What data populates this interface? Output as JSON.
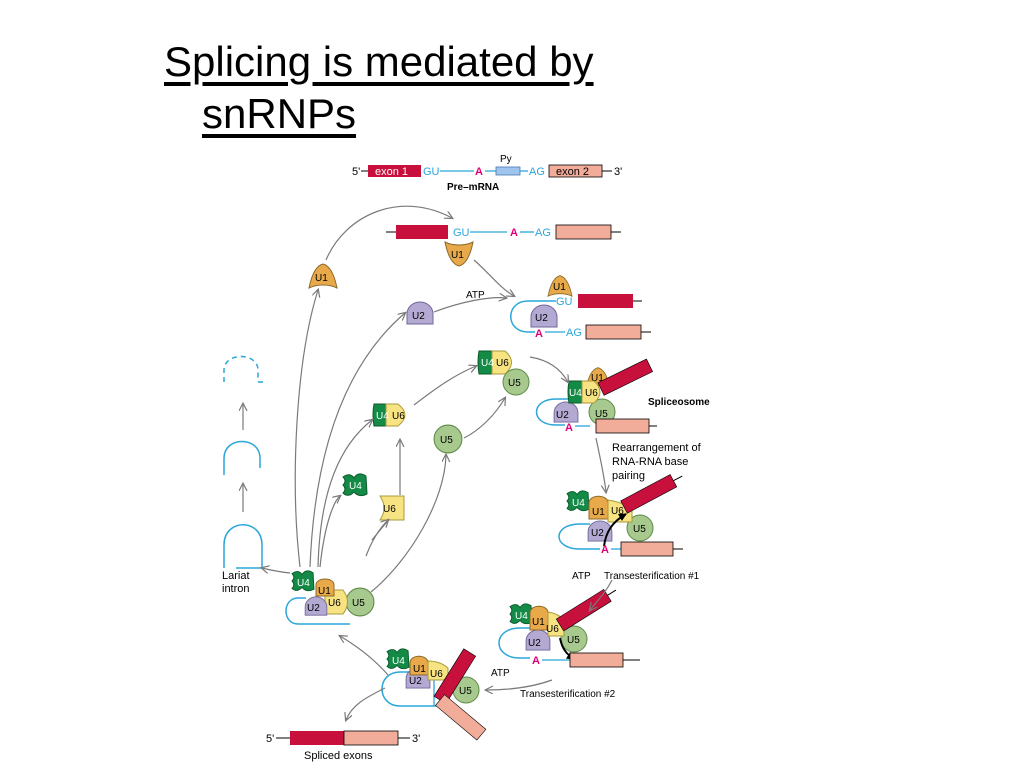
{
  "title": {
    "line1": "Splicing is mediated by",
    "line2": "snRNPs"
  },
  "colors": {
    "exon1": "#c8103c",
    "exon2": "#f2ad9a",
    "rna": "#2aa6d9",
    "branch_a": "#e0007a",
    "py": "#9fc4ee",
    "u1": "#e8a94a",
    "u2": "#b3a9d2",
    "u4": "#138a45",
    "u5": "#a8c98e",
    "u6": "#f7e382",
    "arrow": "#7a7a7a"
  },
  "pre_mrna": {
    "five": "5'",
    "three": "3'",
    "exon1": "exon 1",
    "exon2": "exon 2",
    "gu": "GU",
    "ag": "AG",
    "a": "A",
    "py": "Py",
    "label": "Pre–mRNA"
  },
  "snrnp": {
    "u1": "U1",
    "u2": "U2",
    "u4": "U4",
    "u5": "U5",
    "u6": "U6"
  },
  "labels": {
    "atp": "ATP",
    "spliceosome": "Spliceosome",
    "rearr_1": "Rearrangement of",
    "rearr_2": "RNA-RNA base",
    "rearr_3": "pairing",
    "trans1": "Transesterification #1",
    "trans2": "Transesterification #2",
    "lariat_1": "Lariat",
    "lariat_2": "intron",
    "spliced": "Spliced exons"
  }
}
